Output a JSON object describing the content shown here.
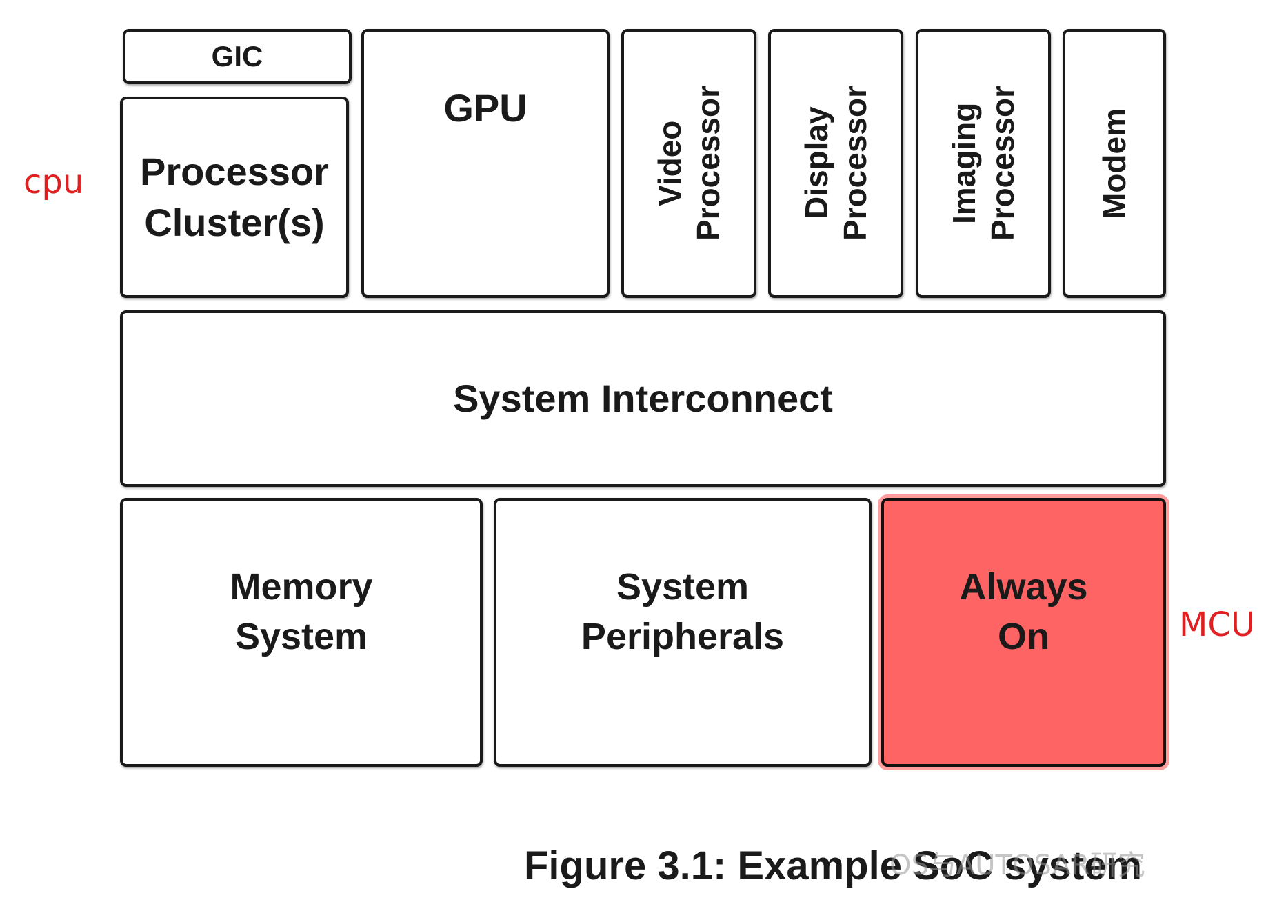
{
  "diagram": {
    "blocks": {
      "gic": "GIC",
      "processor_cluster": "Processor\nCluster(s)",
      "gpu": "GPU",
      "video_processor": "Video\nProcessor",
      "display_processor": "Display\nProcessor",
      "imaging_processor": "Imaging\nProcessor",
      "modem": "Modem",
      "system_interconnect": "System Interconnect",
      "memory_system": "Memory\nSystem",
      "system_peripherals": "System\nPeripherals",
      "always_on": "Always\nOn"
    },
    "annotations": {
      "cpu": "cpu",
      "mcu": "MCU"
    },
    "caption": "Figure 3.1: Example SoC system",
    "watermark": "OS与AUTOSAR研究"
  },
  "colors": {
    "highlight": "#ff6464",
    "annotation": "#e02020",
    "border": "#1a1a1a"
  }
}
